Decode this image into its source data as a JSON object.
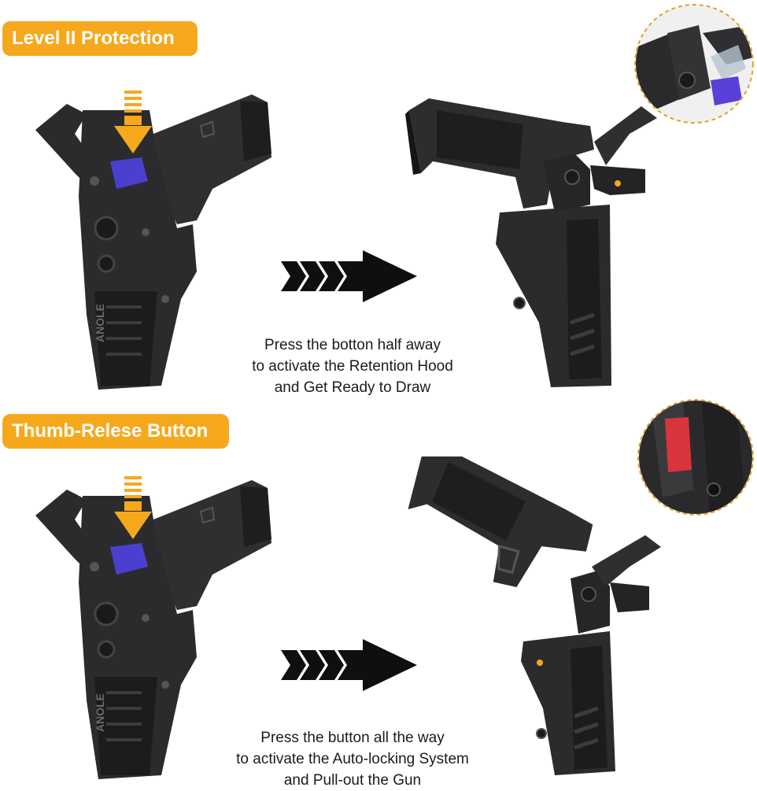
{
  "panels": [
    {
      "badge": "Level II Protection",
      "caption_lines": [
        "Press the botton half away",
        "to activate the Retention Hood",
        "and Get Ready to Draw"
      ],
      "indicator_color": "#5a3fd8"
    },
    {
      "badge": "Thumb-Relese Button",
      "caption_lines": [
        "Press the button all the way",
        "to activate the Auto-locking System",
        "and Pull-out the Gun"
      ],
      "indicator_color": "#d8343e"
    }
  ],
  "brand_mark": "ANOLE",
  "colors": {
    "badge": "#f6a81c",
    "holster": "#2b2b2d",
    "holster_dark": "#1c1c1e",
    "press_arrow": "#f6a81c",
    "button": "#4b3fd0",
    "direction_arrow": "#0f0f0f",
    "inset_border": "#e0a22a"
  },
  "icons": [
    "press-down-arrow-icon",
    "direction-arrow-icon",
    "zoom-inset"
  ]
}
